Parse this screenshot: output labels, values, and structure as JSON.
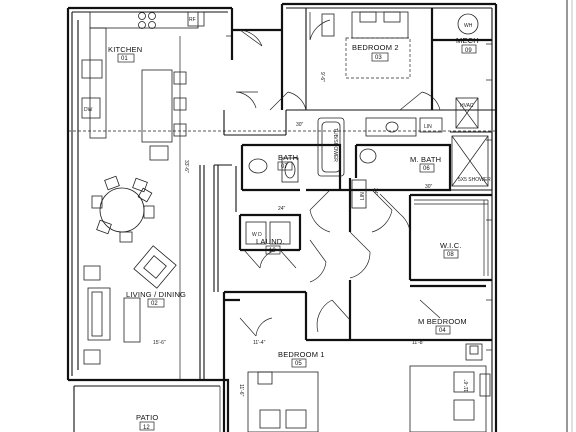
{
  "rooms": {
    "kitchen": {
      "name": "KITCHEN",
      "num": "01"
    },
    "bedroom2": {
      "name": "BEDROOM 2",
      "num": "03"
    },
    "mech": {
      "name": "MECH",
      "num": "09"
    },
    "bath": {
      "name": "BATH",
      "num": "07"
    },
    "mbath": {
      "name": "M. BATH",
      "num": "06"
    },
    "laund": {
      "name": "LAUND.",
      "num": "10"
    },
    "wic": {
      "name": "W.I.C.",
      "num": "08"
    },
    "living": {
      "name": "LIVING / DINING",
      "num": "02"
    },
    "mbedroom": {
      "name": "M BEDROOM",
      "num": "04"
    },
    "bedroom1": {
      "name": "BEDROOM 1",
      "num": "05"
    },
    "patio": {
      "name": "PATIO",
      "num": "12"
    }
  },
  "labels": {
    "dw": "DW",
    "lin1": "LIN",
    "lin2": "LIN",
    "hvac": "HVAC",
    "tub": "TUB/SHOWER",
    "shower": "5X5 SHOWER",
    "wd": "W  D"
  },
  "dims": {
    "d1": "33'-6\"",
    "d2": "9'-6\"",
    "d3": "30\"",
    "d4": "30\"",
    "d5": "24\"",
    "d6": "24\"",
    "d7": "11'-6\"",
    "d8": "11'-4\"",
    "d9": "11'-8\"",
    "d10": "11'-6\"",
    "d11": "15'-6\""
  }
}
